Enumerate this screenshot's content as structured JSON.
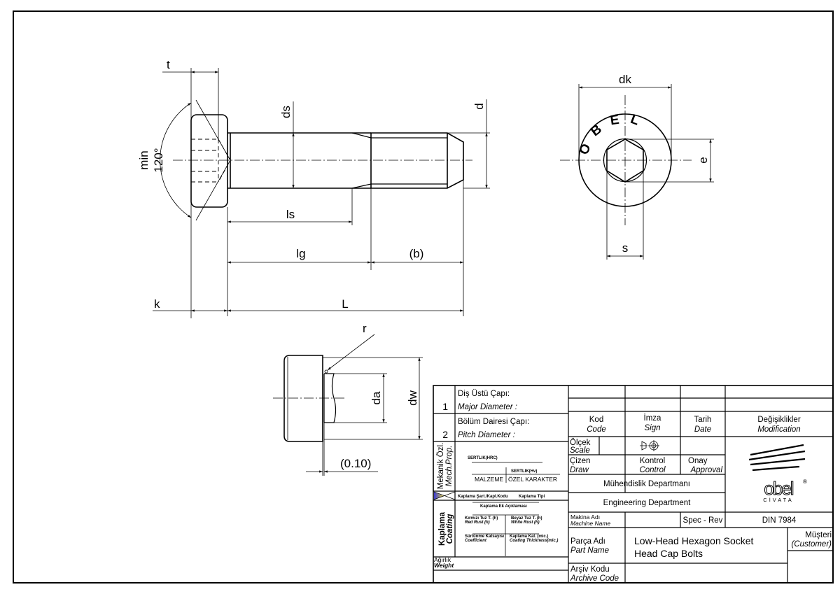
{
  "dimensions": {
    "t": "t",
    "k": "k",
    "L": "L",
    "ls": "ls",
    "lg": "lg",
    "b": "(b)",
    "ds": "ds",
    "d": "d",
    "angle_min": "min",
    "angle_value": "120°",
    "dk": "dk",
    "e": "e",
    "s": "s",
    "head_mark": [
      "O",
      "B",
      "E",
      "L"
    ],
    "r": "r",
    "da": "da",
    "dw": "dw",
    "gap": "(0.10)"
  },
  "title_block": {
    "row1": {
      "num": "1",
      "tr": "Diş Üstü Çapı:",
      "en": "Major Diameter :"
    },
    "row2": {
      "num": "2",
      "tr": "Bölüm Dairesi Çapı:",
      "en": "Pitch Diameter :"
    },
    "mech": {
      "tr": "Mekanik Özl.",
      "en": "Mech.Prop.",
      "hrc": "SERTLIK(HRC)",
      "hv": "SERTLIK(Hv)",
      "material": "MALZEME",
      "special": "ÖZEL KARAKTER"
    },
    "coating_header": {
      "cond": "Kaplama Şart./Kapl.Kodu",
      "type": "Kaplama Tipi"
    },
    "coating": {
      "tr": "Kaplama",
      "en": "Coating",
      "extra": "Kaplama Ek Açıklaması",
      "red_tr": "Kırmızı Tuz T. (h)",
      "red_en": "Red Rust (h)",
      "white_tr": "Beyaz Tuz T. (h)",
      "white_en": "White Rust (h)",
      "coef_tr": "Sürtünme Katsayısı",
      "coef_en": "Coefficient",
      "thick_tr": "Kaplama Kal. (mic.)",
      "thick_en": "Coating Thickness(mic.)"
    },
    "weight": {
      "tr": "Ağırlık",
      "en": "Weight"
    },
    "code": {
      "tr": "Kod",
      "en": "Code"
    },
    "sign": {
      "tr": "İmza",
      "en": "Sign"
    },
    "date": {
      "tr": "Tarih",
      "en": "Date"
    },
    "modification": {
      "tr": "Değişiklikler",
      "en": "Modification"
    },
    "scale": {
      "tr": "Ölçek",
      "en": "Scale"
    },
    "draw": {
      "tr": "Çizen",
      "en": "Draw"
    },
    "control": {
      "tr": "Kontrol",
      "en": "Control"
    },
    "approval": {
      "tr": "Onay",
      "en": "Approval"
    },
    "department_tr": "Mühendislik Departmanı",
    "department_en": "Engineering Department",
    "machine": {
      "tr": "Makina Adı",
      "en": "Machine Name"
    },
    "spec_label": "Spec - Rev",
    "spec_value": "DIN 7984",
    "part": {
      "tr": "Parça Adı",
      "en": "Part Name",
      "line1": "Low-Head Hexagon Socket",
      "line2": "Head Cap Bolts"
    },
    "customer": {
      "tr": "Müşteri",
      "en": "(Customer)"
    },
    "archive": {
      "tr": "Arşiv Kodu",
      "en": "Archive Code"
    },
    "logo": {
      "name": "obel",
      "sub": "CİVATA",
      "registered": "®"
    }
  },
  "colors": {
    "line": "#000000",
    "marker_blue": "#3a3ad0",
    "marker_yellow": "#e0d040"
  }
}
